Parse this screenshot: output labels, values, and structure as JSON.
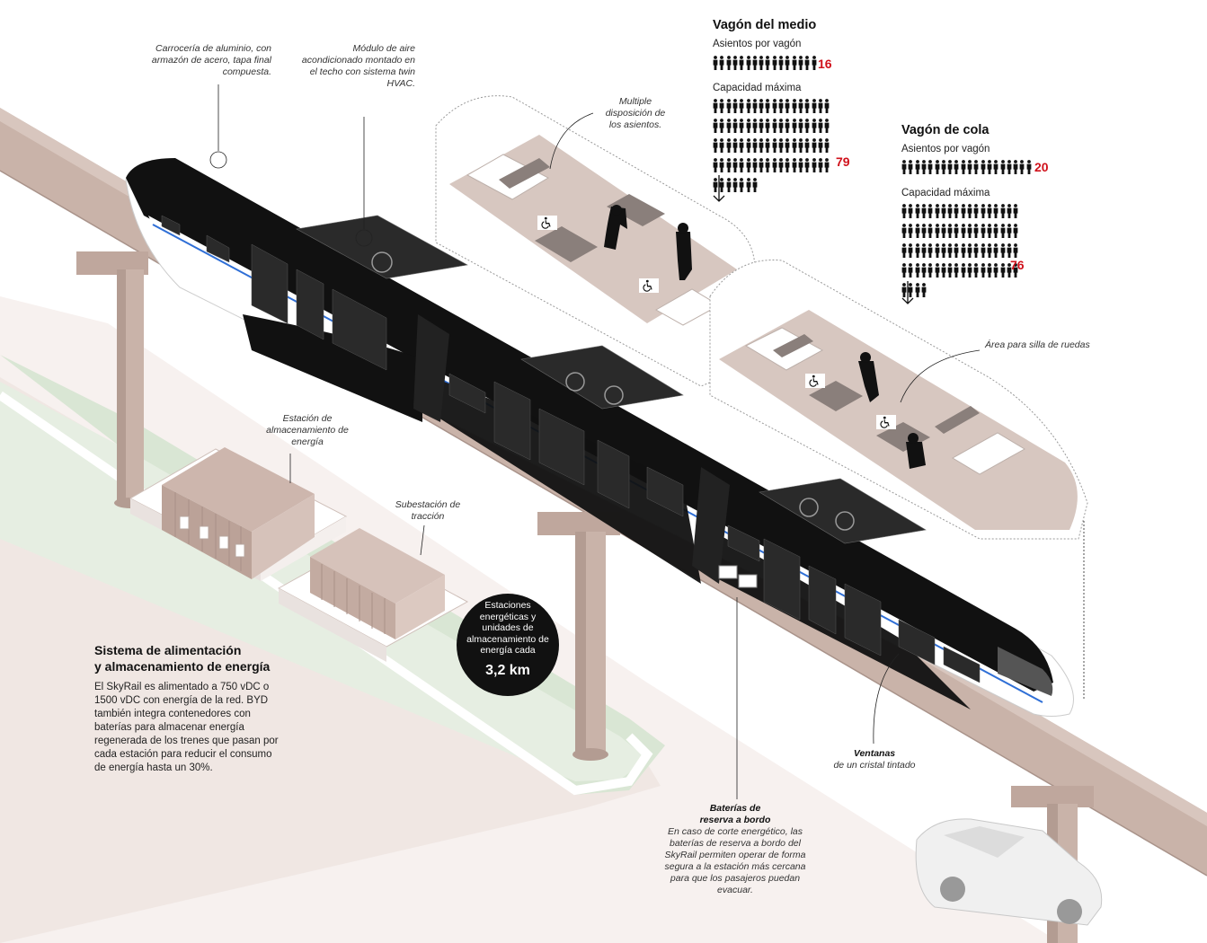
{
  "colors": {
    "guideway": "#c9b3a9",
    "guideway_side": "#b39c92",
    "ground_green": "#d9e6d4",
    "ground_pink": "#e9dcd7",
    "train_black": "#111111",
    "cabin_floor": "#d7c7c0",
    "accent_red": "#d0111b",
    "accent_blue": "#2f6fd6"
  },
  "annotations": {
    "body": "Carrocería de aluminio, con armazón de acero, tapa final compuesta.",
    "hvac": "Módulo de aire acondicionado montado en el techo con sistema twin HVAC.",
    "seats": "Multiple disposición de los asientos.",
    "wheelchair": "Área para silla de ruedas",
    "storage": "Estación de almacenamiento de energía",
    "substation": "Subestación de tracción",
    "windows_title": "Ventanas",
    "windows_body": "de un cristal tintado",
    "battery_title": "Baterías de reserva a bordo",
    "battery_body": "En caso de corte energético, las baterías de reserva a bordo del SkyRail permiten operar de forma segura a la estación más cercana para que los pasajeros puedan evacuar."
  },
  "middle_car": {
    "title": "Vagón del medio",
    "seats_label": "Asientos por vagón",
    "seats_value": "16",
    "capacity_label": "Capacidad máxima",
    "capacity_value": "79"
  },
  "tail_car": {
    "title": "Vagón de cola",
    "seats_label": "Asientos por vagón",
    "seats_value": "20",
    "capacity_label": "Capacidad máxima",
    "capacity_value": "76"
  },
  "power": {
    "title_line1": "Sistema de alimentación",
    "title_line2": "y almacenamiento de energía",
    "body": "El SkyRail es alimentado a 750 vDC o 1500 vDC con energía de la red. BYD también integra contenedores con baterías para almacenar energía regenerada de los trenes que pasan por cada estación para reducir el consumo de energía hasta un 30%."
  },
  "circle": {
    "text": "Estaciones energéticas y unidades de almacenamiento de energía cada",
    "value": "3,2 km"
  },
  "icons": [
    "person-icon",
    "wheelchair-icon",
    "down-arrow-icon",
    "hvac-fan-icon",
    "car-icon"
  ]
}
